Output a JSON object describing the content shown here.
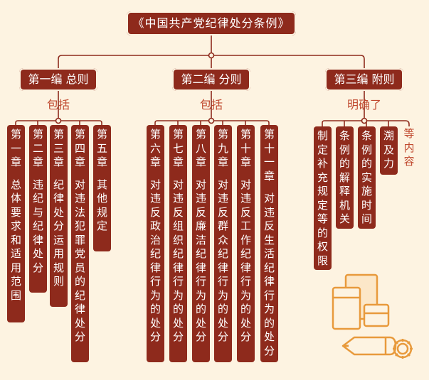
{
  "title": "《中国共产党纪律处分条例》",
  "parts": [
    {
      "label": "第一编  总则",
      "sub": "包括",
      "chapters": [
        {
          "num": "第一章",
          "title": "总体要求和适用范围"
        },
        {
          "num": "第二章",
          "title": "违纪与纪律处分"
        },
        {
          "num": "第三章",
          "title": "纪律处分运用规则"
        },
        {
          "num": "第四章",
          "title": "对违法犯罪党员的纪律处分"
        },
        {
          "num": "第五章",
          "title": "其他规定"
        }
      ]
    },
    {
      "label": "第二编  分则",
      "sub": "包括",
      "chapters": [
        {
          "num": "第六章",
          "title": "对违反政治纪律行为的处分"
        },
        {
          "num": "第七章",
          "title": "对违反组织纪律行为的处分"
        },
        {
          "num": "第八章",
          "title": "对违反廉洁纪律行为的处分"
        },
        {
          "num": "第九章",
          "title": "对违反群众纪律行为的处分"
        },
        {
          "num": "第十章",
          "title": "对违反工作纪律行为的处分"
        },
        {
          "num": "第十一章",
          "title": "对违反生活纪律行为的处分"
        }
      ]
    },
    {
      "label": "第三编  附则",
      "sub": "明确了",
      "items": [
        "制定补充规定等的权限",
        "条例的解释机关",
        "条例的实施时间",
        "溯及力"
      ],
      "extra": "等内容"
    }
  ],
  "colors": {
    "primary": "#8e2a1c",
    "accent": "#c0492f",
    "background": "#fdf3e1",
    "deco": "#e89a3c"
  }
}
